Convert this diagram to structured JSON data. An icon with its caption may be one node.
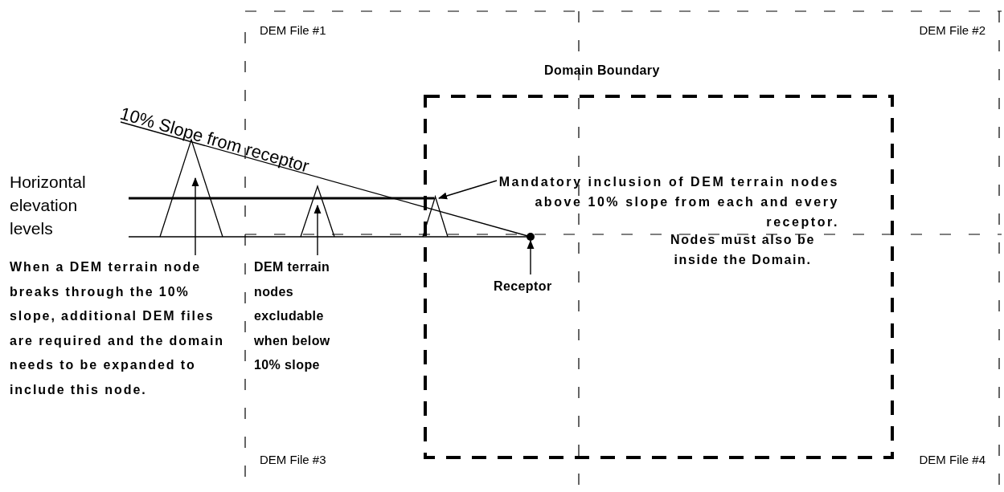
{
  "diagram": {
    "nodes": [
      {
        "text": [
          "Domain Boundary"
        ]
      },
      {
        "text": [],
        "shape": "triangle"
      },
      {
        "text": [],
        "shape": "triangle"
      },
      {
        "text": [],
        "shape": "triangle"
      },
      {
        "text": [],
        "shape": "circle",
        "in": 0
      },
      {
        "text": [
          "When a DEM terrain node breaks through the 10% slope, additional DEM files are required and the domain needs to be expanded to include this node."
        ]
      },
      {
        "text": [
          "DEM terrain nodes excludable when below 10% slope"
        ]
      },
      {
        "text": [
          "Mandatory inclusion of DEM terrain nodes above 10% slope from each and every receptor.",
          "Nodes must also be inside the Domain."
        ],
        "in": 0
      },
      {
        "text": [
          "Receptor"
        ],
        "in": 0
      }
    ],
    "edges": [
      {
        "from": 5,
        "to": 1,
        "arrow": "to"
      },
      {
        "from": 6,
        "to": 2,
        "arrow": "to"
      },
      {
        "from": 7,
        "to": 3,
        "arrow": "to"
      },
      {
        "from": 8,
        "to": 4,
        "arrow": "to"
      }
    ],
    "labels": [
      "DEM File #1",
      "DEM File #2",
      "10% Slope from receptor",
      "Horizontal elevation levels",
      "DEM File #3",
      "DEM File #4"
    ]
  }
}
